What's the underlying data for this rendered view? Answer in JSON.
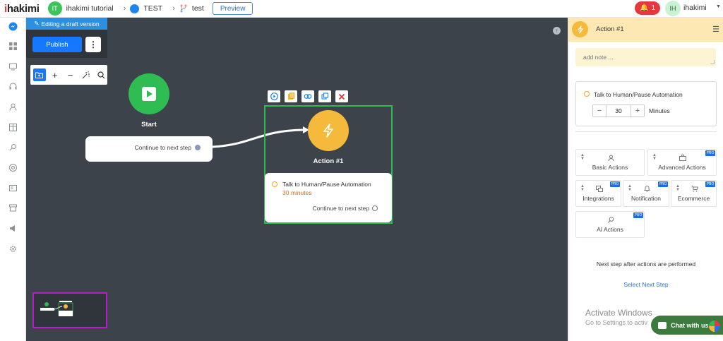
{
  "header": {
    "logo_text": "ihakimi",
    "workspace_initials": "IT",
    "workspace_name": "ihakimi tutorial",
    "channel_name": "TEST",
    "flow_name": "test",
    "preview_label": "Preview",
    "notification_count": "1",
    "user_initials": "IH",
    "user_name": "ihakimi"
  },
  "sidebar": {
    "icons": [
      "messenger-icon",
      "dashboard-icon",
      "inbox-icon",
      "headset-icon",
      "contact-icon",
      "flows-icon",
      "tools-icon",
      "settings-circle-icon",
      "media-icon",
      "archive-icon",
      "broadcast-icon",
      "gear-icon"
    ]
  },
  "canvas": {
    "draft_banner": "Editing a draft version",
    "publish_label": "Publish",
    "start_label": "Start",
    "start_next": "Continue to next step",
    "action_label": "Action #1",
    "action_title": "Talk to Human/Pause Automation",
    "action_duration": "30 minutes",
    "action_next": "Continue to next step"
  },
  "panel": {
    "title": "Action #1",
    "note_placeholder": "add note ...",
    "talk_label": "Talk to Human/Pause Automation",
    "minutes_value": "30",
    "minutes_unit": "Minutes",
    "categories": [
      {
        "label": "Basic Actions",
        "pro": false
      },
      {
        "label": "Advanced Actions",
        "pro": true
      },
      {
        "label": "Integrations",
        "pro": true
      },
      {
        "label": "Notification",
        "pro": true
      },
      {
        "label": "Ecommerce",
        "pro": true
      },
      {
        "label": "AI Actions",
        "pro": true
      }
    ],
    "pro_badge": "PRO",
    "next_step_text": "Next step after actions are performed",
    "select_next_step": "Select Next Step"
  },
  "overlay": {
    "activate_title": "Activate Windows",
    "activate_sub": "Go to Settings to activ",
    "chat_label": "Chat with us"
  },
  "colors": {
    "accent_blue": "#1677ff",
    "start_green": "#2ebc53",
    "action_orange": "#f5b93b",
    "canvas_bg": "#3d434a",
    "notification_red": "#e6373f"
  }
}
